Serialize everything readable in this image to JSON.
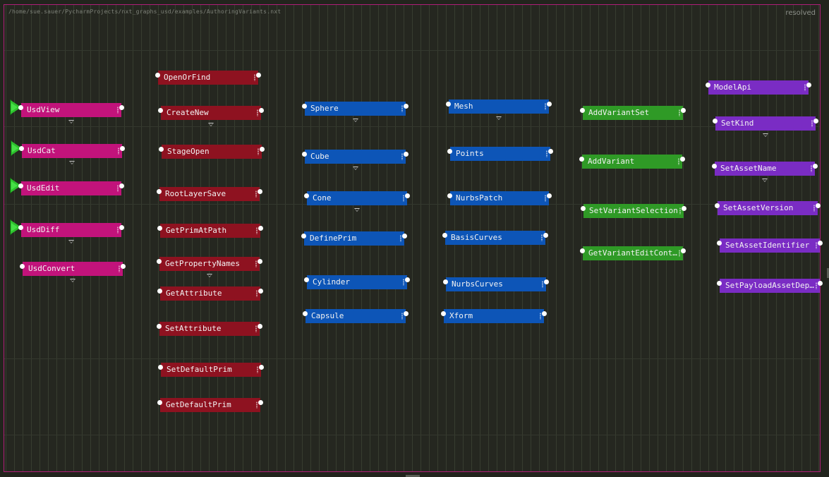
{
  "graph": {
    "file_path": "/home/sue.sauer/PycharmProjects/nxt_graphs_usd/examples/AuthoringVariants.nxt",
    "status": "resolved"
  },
  "colors": {
    "magenta": "#c2137b",
    "red": "#8e1220",
    "blue": "#0d55b7",
    "green": "#2f9a26",
    "purple": "#7a2cc4",
    "frame_border": "#b01e78",
    "start_flag": "#2cc22c"
  },
  "nodes": [
    {
      "id": "usdview",
      "label": "UsdView",
      "color": "magenta",
      "start": true,
      "collapse": true
    },
    {
      "id": "usdcat",
      "label": "UsdCat",
      "color": "magenta",
      "start": true,
      "collapse": true
    },
    {
      "id": "usdedit",
      "label": "UsdEdit",
      "color": "magenta",
      "start": true,
      "collapse": false
    },
    {
      "id": "usddiff",
      "label": "UsdDiff",
      "color": "magenta",
      "start": true,
      "collapse": true
    },
    {
      "id": "usdconvert",
      "label": "UsdConvert",
      "color": "magenta",
      "start": false,
      "collapse": true
    },
    {
      "id": "openorfind",
      "label": "OpenOrFind",
      "color": "red",
      "collapse": false
    },
    {
      "id": "createnew",
      "label": "CreateNew",
      "color": "red",
      "collapse": true
    },
    {
      "id": "stageopen",
      "label": "StageOpen",
      "color": "red",
      "collapse": false
    },
    {
      "id": "rootlayersave",
      "label": "RootLayerSave",
      "color": "red",
      "collapse": false
    },
    {
      "id": "getprimatpath",
      "label": "GetPrimAtPath",
      "color": "red",
      "collapse": false
    },
    {
      "id": "getpropertynames",
      "label": "GetPropertyNames",
      "color": "red",
      "collapse": true
    },
    {
      "id": "getattribute",
      "label": "GetAttribute",
      "color": "red",
      "collapse": false
    },
    {
      "id": "setattribute",
      "label": "SetAttribute",
      "color": "red",
      "collapse": false
    },
    {
      "id": "setdefaultprim",
      "label": "SetDefaultPrim",
      "color": "red",
      "collapse": false
    },
    {
      "id": "getdefaultprim",
      "label": "GetDefaultPrim",
      "color": "red",
      "collapse": false
    },
    {
      "id": "sphere",
      "label": "Sphere",
      "color": "blue",
      "collapse": true
    },
    {
      "id": "cube",
      "label": "Cube",
      "color": "blue",
      "collapse": true
    },
    {
      "id": "cone",
      "label": "Cone",
      "color": "blue",
      "collapse": true
    },
    {
      "id": "defineprim",
      "label": "DefinePrim",
      "color": "blue",
      "collapse": false
    },
    {
      "id": "cylinder",
      "label": "Cylinder",
      "color": "blue",
      "collapse": false
    },
    {
      "id": "capsule",
      "label": "Capsule",
      "color": "blue",
      "collapse": false
    },
    {
      "id": "mesh",
      "label": "Mesh",
      "color": "blue",
      "collapse": true
    },
    {
      "id": "points",
      "label": "Points",
      "color": "blue",
      "collapse": false
    },
    {
      "id": "nurbspatch",
      "label": "NurbsPatch",
      "color": "blue",
      "collapse": false
    },
    {
      "id": "basiscurves",
      "label": "BasisCurves",
      "color": "blue",
      "collapse": false
    },
    {
      "id": "nurbscurves",
      "label": "NurbsCurves",
      "color": "blue",
      "collapse": false
    },
    {
      "id": "xform",
      "label": "Xform",
      "color": "blue",
      "collapse": false
    },
    {
      "id": "addvariantset",
      "label": "AddVariantSet",
      "color": "green",
      "collapse": false
    },
    {
      "id": "addvariant",
      "label": "AddVariant",
      "color": "green",
      "collapse": false
    },
    {
      "id": "setvariantselection",
      "label": "SetVariantSelection",
      "color": "green",
      "collapse": false
    },
    {
      "id": "getvarianteditcont",
      "label": "GetVariantEditCont…",
      "color": "green",
      "collapse": false
    },
    {
      "id": "modelapi",
      "label": "ModelApi",
      "color": "purple",
      "collapse": false
    },
    {
      "id": "setkind",
      "label": "SetKind",
      "color": "purple",
      "collapse": true
    },
    {
      "id": "setassetname",
      "label": "SetAssetName",
      "color": "purple",
      "collapse": true
    },
    {
      "id": "setassetversion",
      "label": "SetAssetVersion",
      "color": "purple",
      "collapse": false
    },
    {
      "id": "setassetidentifier",
      "label": "SetAssetIdentifier",
      "color": "purple",
      "collapse": false
    },
    {
      "id": "setpayloadassetdep",
      "label": "SetPayloadAssetDep…",
      "color": "purple",
      "collapse": false
    }
  ]
}
